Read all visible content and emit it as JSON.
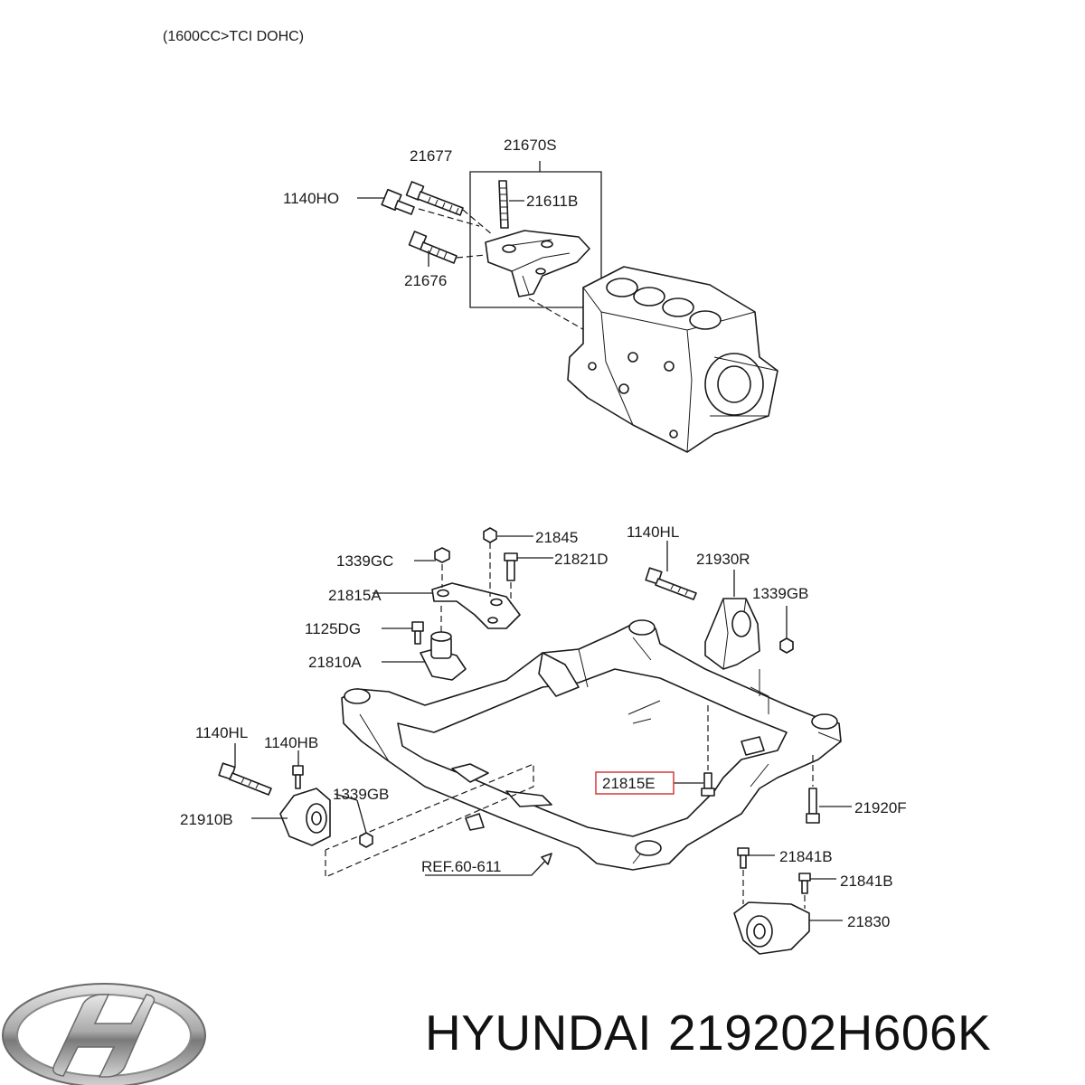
{
  "header": {
    "engine_note": "(1600CC>TCI DOHC)"
  },
  "callouts": {
    "p21670S": "21670S",
    "p21677": "21677",
    "p1140HO": "1140HO",
    "p21611B": "21611B",
    "p21676": "21676",
    "p21845": "21845",
    "p1140HL_top": "1140HL",
    "p1339GC": "1339GC",
    "p21821D": "21821D",
    "p21930R": "21930R",
    "p21815A": "21815A",
    "p1339GB_right": "1339GB",
    "p1125DG": "1125DG",
    "p21810A": "21810A",
    "p1140HL_left": "1140HL",
    "p1140HB": "1140HB",
    "p21815E": "21815E",
    "p1339GB_left": "1339GB",
    "p21920F": "21920F",
    "p21910B": "21910B",
    "pREF": "REF.60-611",
    "p21841B_a": "21841B",
    "p21841B_b": "21841B",
    "p21830": "21830"
  },
  "highlight": {
    "target": "21815E",
    "color": "#d43a3a"
  },
  "footer": {
    "brand": "HYUNDAI",
    "part_number": "219202H606K"
  },
  "logo": {
    "icon": "hyundai-logo-icon"
  }
}
